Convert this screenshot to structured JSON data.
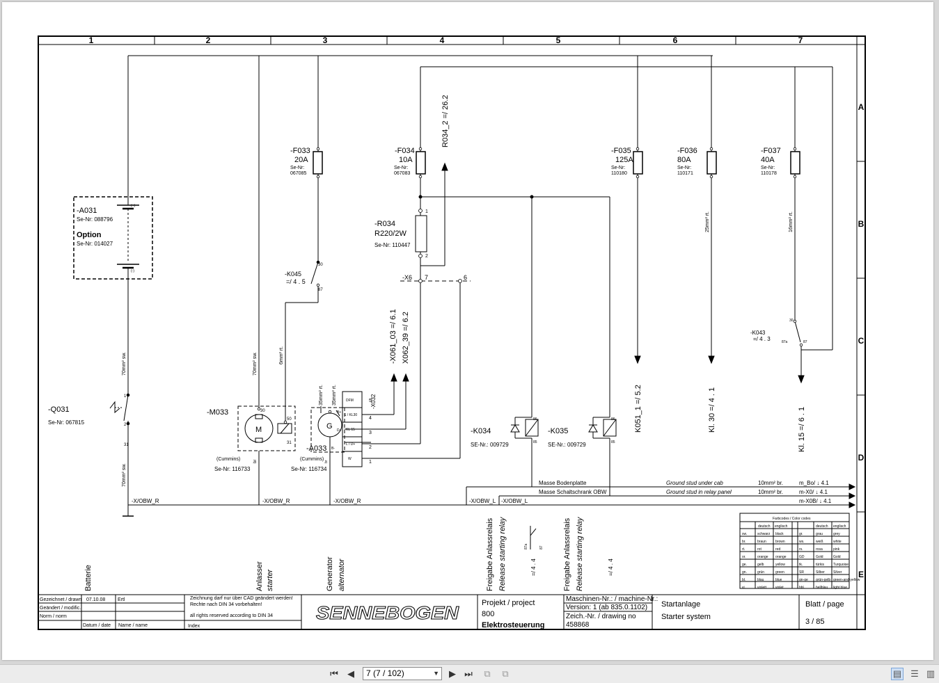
{
  "drawing": {
    "columns": [
      "1",
      "2",
      "3",
      "4",
      "5",
      "6",
      "7"
    ],
    "rows": [
      "A",
      "B",
      "C",
      "D",
      "E"
    ],
    "fuses": [
      {
        "id": "-F033",
        "rating": "20A",
        "se": "Se-Nr:",
        "nr": "067085"
      },
      {
        "id": "-F034",
        "rating": "10A",
        "se": "Se-Nr:",
        "nr": "067083"
      },
      {
        "id": "-F035",
        "rating": "125A",
        "se": "Se-Nr:",
        "nr": "110180"
      },
      {
        "id": "-F036",
        "rating": "80A",
        "se": "Se-Nr:",
        "nr": "110171"
      },
      {
        "id": "-F037",
        "rating": "40A",
        "se": "Se-Nr:",
        "nr": "110178"
      }
    ],
    "a031": {
      "id": "-A031",
      "se": "Se-Nr: 088796",
      "option": "Option",
      "option_se": "Se-Nr: 014027",
      "plus": "(+)",
      "minus": "(-)"
    },
    "q031": {
      "id": "-Q031",
      "se": "Se-Nr: 067815",
      "t1": "1",
      "t2": "2",
      "t31": "31"
    },
    "k045": {
      "id": "-K045",
      "ref": "=/ 4 . 5",
      "t30": "30",
      "t87": "87"
    },
    "r034": {
      "id": "-R034",
      "value": "R220/2W",
      "se": "Se-Nr: 110447",
      "t1": "1",
      "t2": "2",
      "ref": "R034_2 =/ 26.2"
    },
    "x6": {
      "id": "-X6",
      "p7": "7",
      "p6": "6"
    },
    "x061": {
      "a": "-X061_03 =/ 6.1",
      "b": "X062_39 =/ 6.2"
    },
    "m033": {
      "id": "-M033",
      "mfr": "(Cummins)",
      "se": "Se-Nr: 116733",
      "m": "M",
      "t30": "30",
      "t50": "50",
      "t31": "31",
      "br": "br"
    },
    "a033": {
      "id": "-A033",
      "mfr": "(Cummins)",
      "se": "Se-Nr: 116734",
      "g": "G",
      "tb": "B+",
      "td": "D+",
      "tbm": "B-",
      "br": "br"
    },
    "x032": {
      "id": "-X032",
      "rows": [
        "DFM",
        "S / KL30",
        "KL 15",
        "L / D+",
        "W"
      ],
      "pins": [
        "5",
        "4",
        "3",
        "2",
        "1"
      ]
    },
    "k034": {
      "id": "-K034",
      "se": "SE-Nr.: 009729",
      "t86": "86",
      "t85": "85"
    },
    "k035": {
      "id": "-K035",
      "se": "SE-Nr.: 009729",
      "t86": "86",
      "t85": "85"
    },
    "k043": {
      "id": "-K043",
      "ref": "=/ 4 . 3",
      "t30": "30",
      "t87a": "87a",
      "t87": "87"
    },
    "outputs": [
      {
        "label": "K051_1 =/ 5.2"
      },
      {
        "label": "Kl. 30 =/ 4 . 1"
      },
      {
        "label": "Kl. 15 =/ 6 . 1"
      }
    ],
    "wires": {
      "w70a": "70mm² sw.",
      "w70b": "70mm² sw.",
      "w70c": "70mm² sw.",
      "w6": "6mm² rt.",
      "w35a": "35mm² rt.",
      "w35b": "35mm² rt.",
      "w25": "25mm² rt.",
      "w16": "16mm² rt."
    },
    "ground": {
      "xobw_r1": "-X/OBW_R",
      "xobw_r2": "-X/OBW_R",
      "xobw_r3": "-X/OBW_R",
      "xobw_l1": "-X/OBW_L",
      "xobw_l2": "-X/OBW_L",
      "lines": [
        {
          "de": "Masse Bodenplatte",
          "en": "Ground stud under cab",
          "size": "10mm² br.",
          "ref": "m_Bo/ ↓ 4.1"
        },
        {
          "de": "Masse Schaltschrank OBW",
          "en": "Ground stud in relay panel",
          "size": "10mm² br.",
          "ref": "m-X0/ ↓ 4.1"
        },
        {
          "de": "",
          "en": "",
          "size": "",
          "ref": "m-X0B/ ↓ 4.1"
        }
      ]
    },
    "captions": {
      "batterie": "Batterie",
      "anlasser": "Anlasser",
      "starter": "starter",
      "generator": "Generator",
      "alternator": "alternator",
      "freigabe1": "Freigabe Anlassrelais",
      "release1": "Release starting relay",
      "ref1": "=/ 4 . 4",
      "ref1b": "87a",
      "ref1c": "87",
      "freigabe2": "Freigabe Anlassrelais",
      "release2": "Release starting relay",
      "ref2": "=/ 4 . 4"
    },
    "colorcodes": {
      "title": "Farbcodes / Color codes",
      "head": [
        "deutsch",
        "englisch",
        "deutsch",
        "englisch"
      ],
      "rows": [
        [
          "sw.",
          "schwarz",
          "black",
          "gr.",
          "grau",
          "grey"
        ],
        [
          "br.",
          "braun",
          "brown",
          "ws.",
          "weiß",
          "white"
        ],
        [
          "rt.",
          "rot",
          "red",
          "rs.",
          "rosa",
          "pink"
        ],
        [
          "or.",
          "orange",
          "orange",
          "GD",
          "Gold",
          "Gold"
        ],
        [
          "ge.",
          "gelb",
          "yellow",
          "tk.",
          "türkis",
          "Turquoise"
        ],
        [
          "gn.",
          "grün",
          "green",
          "SR",
          "Silber",
          "Silver"
        ],
        [
          "bl.",
          "blau",
          "blue",
          "gn-ge",
          "grün-gelb",
          "green-and-yellow"
        ],
        [
          "vi.",
          "violett",
          "violet",
          "hbl.",
          "hellblau",
          "light blue"
        ]
      ]
    },
    "titleblock": {
      "r1": "Gezeichnet / drawn",
      "r1_date": "07.10.08",
      "r1_name": "Ertl",
      "r2": "Geändert / modific.",
      "r3": "Norm / norm",
      "col_date": "Datum / date",
      "col_name": "Name / name",
      "note1": "Zeichnung darf nur über CAD geändert werden!",
      "note2": "Rechte nach DIN 34 vorbehalten!",
      "note3": "all rights reserved according to DIN 34",
      "index": "Index",
      "logo": "SENNEBOGEN",
      "projekt": "Projekt / project",
      "project_no": "800",
      "project_name": "Elektrosteuerung",
      "maschinen": "Maschinen-Nr.: / machine-Nr.:",
      "version": "Version: 1 (ab 835.0.1102)",
      "zeich": "Zeich.-Nr. / drawing no",
      "drawing_no": "458868",
      "title_de": "Startanlage",
      "title_en": "Starter system",
      "blatt": "Blatt / page",
      "page": "3 / 85"
    }
  },
  "toolbar": {
    "page_value": "7 (7 / 102)"
  }
}
